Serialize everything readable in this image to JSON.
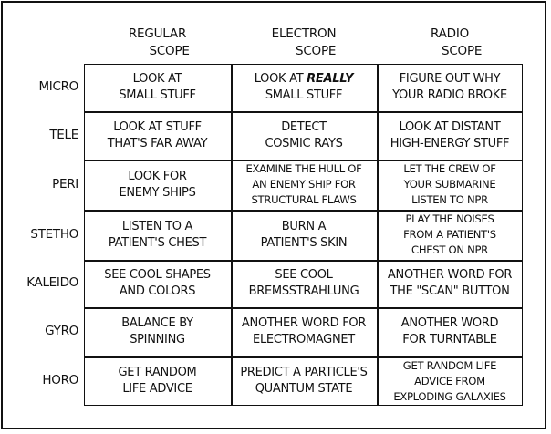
{
  "columns": [
    {
      "line1": "REGULAR",
      "line2": "____SCOPE"
    },
    {
      "line1": "ELECTRON",
      "line2": "____SCOPE"
    },
    {
      "line1": "RADIO",
      "line2": "____SCOPE"
    }
  ],
  "rows": [
    {
      "label": "MICRO",
      "cells": [
        "LOOK AT\nSMALL STUFF",
        "LOOK AT REALLY\nSMALL STUFF",
        "FIGURE OUT WHY\nYOUR RADIO BROKE"
      ]
    },
    {
      "label": "TELE",
      "cells": [
        "LOOK AT STUFF\nTHAT'S FAR AWAY",
        "DETECT\nCOSMIC RAYS",
        "LOOK AT DISTANT\nHIGH-ENERGY STUFF"
      ]
    },
    {
      "label": "PERI",
      "cells": [
        "LOOK FOR\nENEMY SHIPS",
        "EXAMINE THE HULL OF\nAN ENEMY SHIP FOR\nSTRUCTURAL FLAWS",
        "LET THE CREW OF\nYOUR SUBMARINE\nLISTEN TO NPR"
      ]
    },
    {
      "label": "STETHO",
      "cells": [
        "LISTEN TO A\nPATIENT'S CHEST",
        "BURN A\nPATIENT'S SKIN",
        "PLAY THE NOISES\nFROM A PATIENT'S\nCHEST ON NPR"
      ]
    },
    {
      "label": "KALEIDO",
      "cells": [
        "SEE COOL SHAPES\nAND COLORS",
        "SEE COOL\nBREMSSTRAHLUNG",
        "ANOTHER WORD FOR\nTHE \"SCAN\" BUTTON"
      ]
    },
    {
      "label": "GYRO",
      "cells": [
        "BALANCE BY\nSPINNING",
        "ANOTHER WORD FOR\nELECTROMAGNET",
        "ANOTHER WORD\nFOR TURNTABLE"
      ]
    },
    {
      "label": "HORO",
      "cells": [
        "GET RANDOM\nLIFE ADVICE",
        "PREDICT A PARTICLE'S\nQUANTUM STATE",
        "GET RANDOM LIFE\nADVICE FROM\nEXPLODING GALAXIES"
      ]
    }
  ],
  "emphasis": {
    "row": 0,
    "col": 1,
    "word": "REALLY"
  }
}
